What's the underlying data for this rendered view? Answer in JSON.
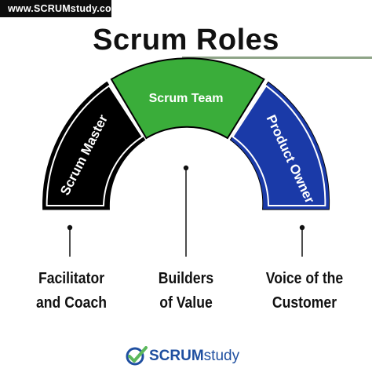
{
  "header": {
    "url": "www.SCRUMstudy.com",
    "title": "Scrum Roles"
  },
  "roles": [
    {
      "name": "Scrum Master",
      "color": "#000000",
      "caption": [
        "Facilitator",
        "and Coach"
      ]
    },
    {
      "name": "Scrum Team",
      "color": "#3aad3a",
      "caption": [
        "Builders",
        "of Value"
      ]
    },
    {
      "name": "Product Owner",
      "color": "#1a3aa8",
      "caption": [
        "Voice of the",
        "Customer"
      ]
    }
  ],
  "brand": {
    "part1": "SCRUM",
    "part2": "study",
    "accent_green": "#5cb85c",
    "accent_blue": "#1f4fa0"
  }
}
